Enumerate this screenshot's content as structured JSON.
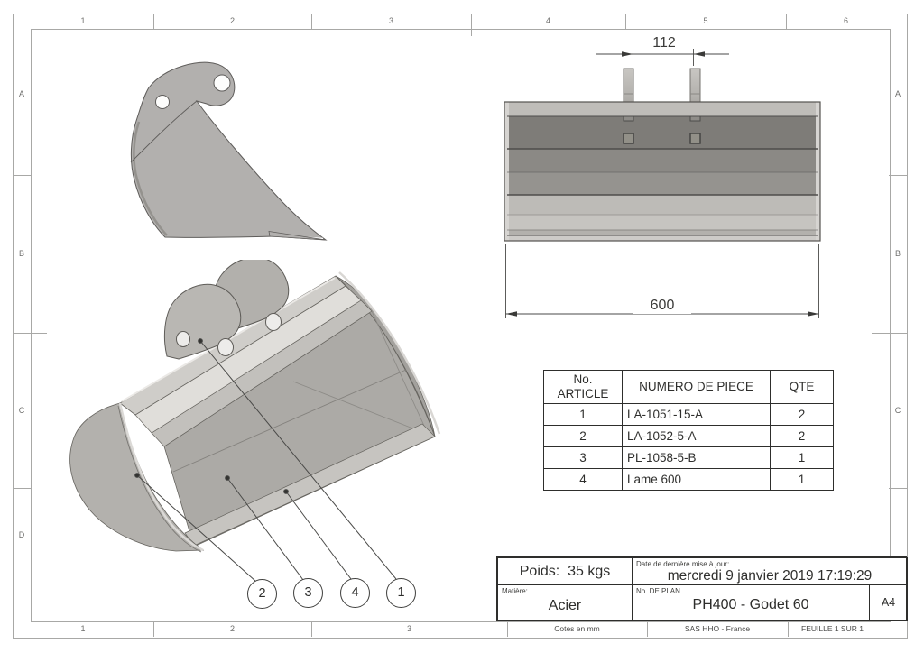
{
  "sheet": {
    "zones_top": [
      "1",
      "2",
      "3",
      "4",
      "5",
      "6"
    ],
    "zones_bottom": [
      "1",
      "2",
      "3"
    ],
    "zones_left": [
      "A",
      "B",
      "C",
      "D"
    ],
    "zones_right": [
      "A",
      "B",
      "C"
    ]
  },
  "views": {
    "front": {
      "width_dim": "600",
      "lug_dim": "112"
    },
    "iso": {
      "balloons": [
        "2",
        "3",
        "4",
        "1"
      ]
    }
  },
  "parts_table": {
    "headers": {
      "no_line1": "No.",
      "no_line2": "ARTICLE",
      "piece": "NUMERO DE PIECE",
      "qty": "QTE"
    },
    "rows": [
      {
        "no": "1",
        "piece": "LA-1051-15-A",
        "qty": "2"
      },
      {
        "no": "2",
        "piece": "LA-1052-5-A",
        "qty": "2"
      },
      {
        "no": "3",
        "piece": "PL-1058-5-B",
        "qty": "1"
      },
      {
        "no": "4",
        "piece": "Lame 600",
        "qty": "1"
      }
    ]
  },
  "title_block": {
    "weight_value": "Poids:  35 kgs",
    "date_label": "Date de dernière mise à jour:",
    "date_value": "mercredi 9 janvier 2019 17:19:29",
    "material_label": "Matière:",
    "material_value": "Acier",
    "plan_label": "No. DE PLAN",
    "plan_value": "PH400 - Godet 60",
    "sheet_format": "A4",
    "units_note": "Cotes en mm",
    "company": "SAS HHO - France",
    "sheet_note": "FEUILLE 1 SUR 1"
  },
  "colors": {
    "steel_light": "#e0deda",
    "steel_mid": "#b2b0ac",
    "steel_dark": "#7e7c78",
    "line": "#5f5d5b"
  }
}
